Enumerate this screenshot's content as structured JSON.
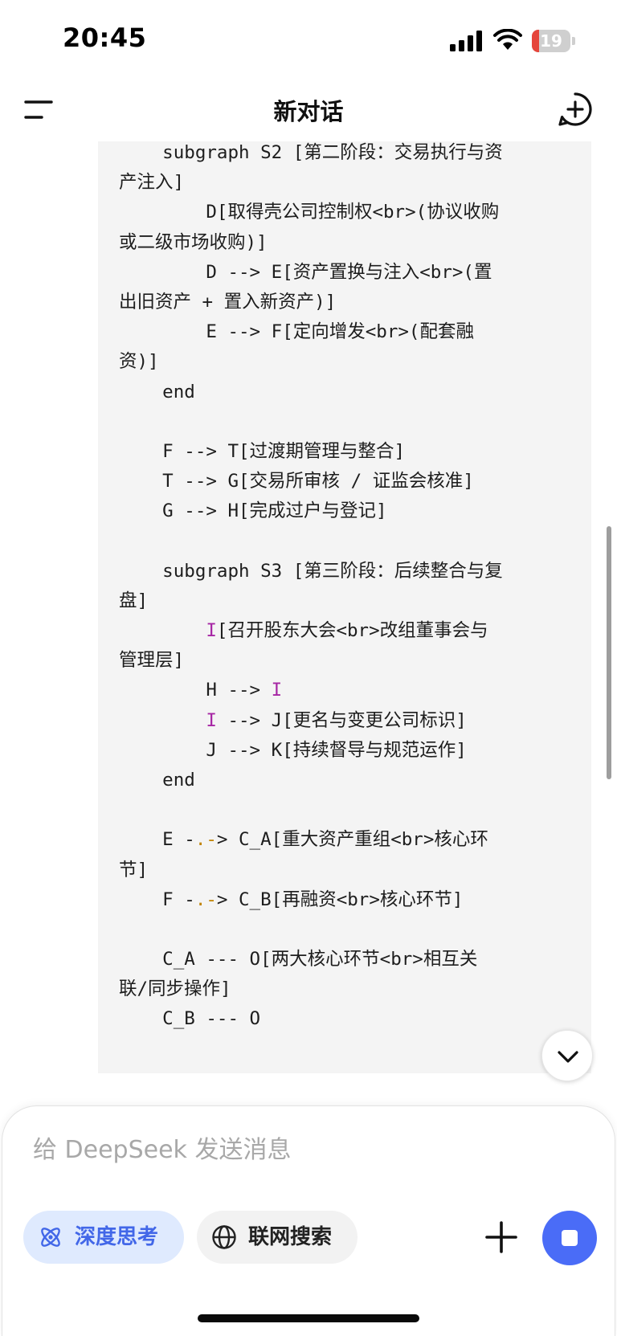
{
  "status": {
    "time": "20:45",
    "battery_level": "19",
    "battery_fraction": 0.19,
    "battery_color": "#e5453b"
  },
  "header": {
    "title": "新对话",
    "menu_icon": "menu-icon",
    "new_chat_icon": "plus-circle-icon"
  },
  "code": {
    "lines": [
      "    subgraph S2 [第二阶段：交易执行与资",
      "产注入]",
      "        D[取得壳公司控制权<br>(协议收购",
      "或二级市场收购)]",
      "        D --> E[资产置换与注入<br>(置",
      "出旧资产 + 置入新资产)]",
      "        E --> F[定向增发<br>(配套融",
      "资)]",
      "    end",
      "",
      "    F --> T[过渡期管理与整合]",
      "    T --> G[交易所审核 / 证监会核准]",
      "    G --> H[完成过户与登记]",
      "",
      "    subgraph S3 [第三阶段：后续整合与复",
      "盘]",
      "        I[召开股东大会<br>改组董事会与",
      "管理层]",
      "        H --> I",
      "        I --> J[更名与变更公司标识]",
      "        J --> K[持续督导与规范运作]",
      "    end",
      "",
      "    E -.-> C_A[重大资产重组<br>核心环",
      "节]",
      "    F -.-> C_B[再融资<br>核心环节]",
      "",
      "    C_A --- O[两大核心环节<br>相互关",
      "联/同步操作]",
      "    C_B --- O"
    ],
    "keyword_color": "#a626a4",
    "arrow_dot_color": "#c18401"
  },
  "composer": {
    "placeholder": "给 DeepSeek 发送消息",
    "value": "",
    "deep_think_label": "深度思考",
    "web_search_label": "联网搜索",
    "accent_color": "#4a6cf7",
    "icons": {
      "deep_think": "atom-icon",
      "web_search": "globe-icon",
      "attach": "plus-icon",
      "stop": "stop-icon",
      "scroll_down": "chevron-down-icon"
    }
  }
}
